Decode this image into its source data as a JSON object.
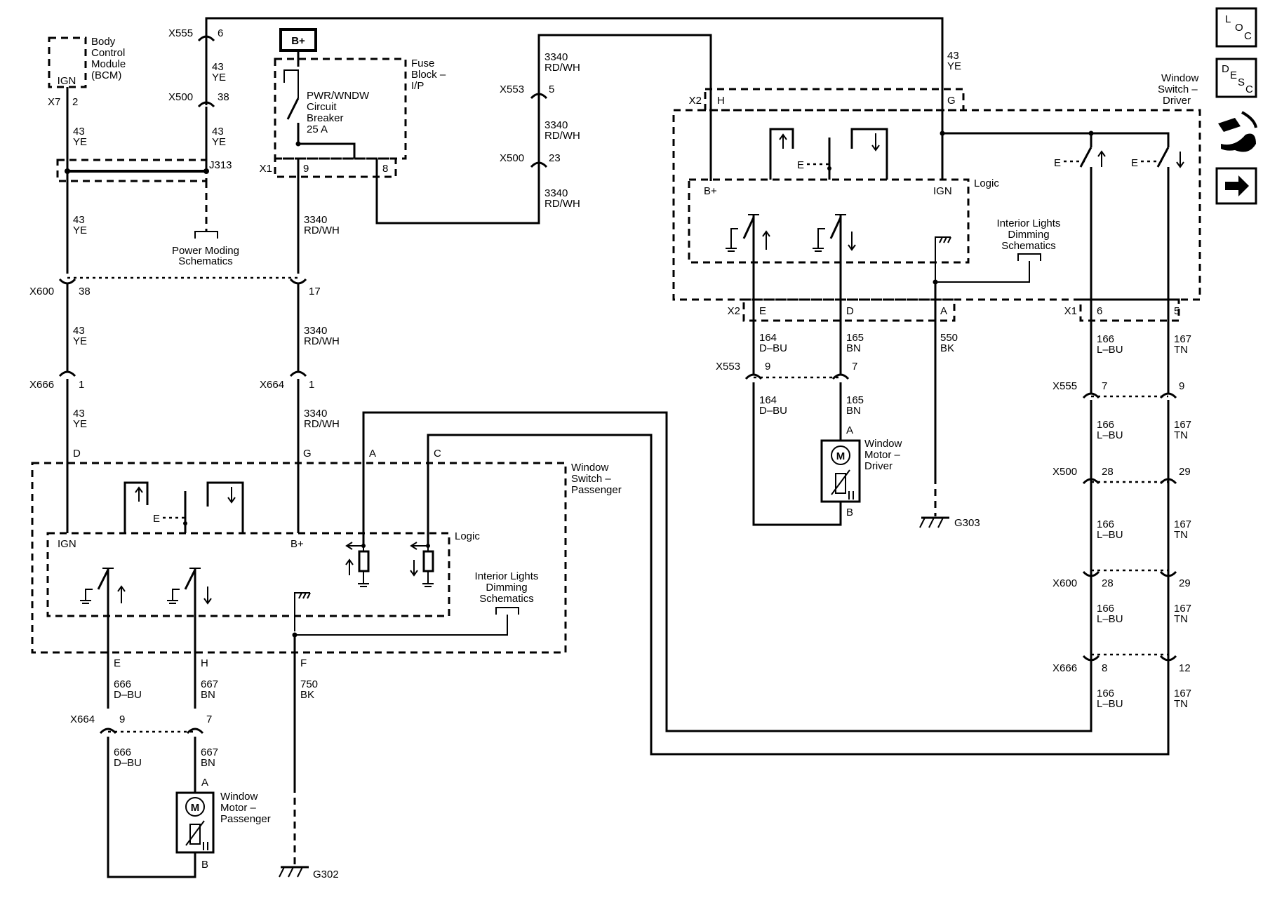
{
  "conn": {
    "x555_top": "X555",
    "x555_top_pin": "6",
    "x500_top": "X500",
    "x500_top_pin": "38",
    "x7": "X7",
    "x7_pin": "2",
    "j313": "J313",
    "x600_a": "X600",
    "x600_a_pin": "38",
    "x600_b_pin": "17",
    "x666_a": "X666",
    "x666_a_pin": "1",
    "x664_a": "X664",
    "x664_a_pin": "1",
    "x1_fuse": "X1",
    "x1_fuse_pin9": "9",
    "x1_fuse_pin8": "8",
    "x553_top": "X553",
    "x553_top_pin": "5",
    "x500_mid": "X500",
    "x500_mid_pin": "23",
    "x2_top": "X2",
    "x2_top_h": "H",
    "x2_top_g": "G",
    "x2_bot": "X2",
    "x2_bot_e": "E",
    "x2_bot_d": "D",
    "x2_bot_a": "A",
    "x1_drv": "X1",
    "x1_drv_6": "6",
    "x1_drv_5": "5",
    "x553_drv": "X553",
    "x553_drv_9": "9",
    "x553_drv_7": "7",
    "x555_drv": "X555",
    "x555_drv_7": "7",
    "x555_drv_9": "9",
    "x500_drv": "X500",
    "x500_drv_28": "28",
    "x500_drv_29": "29",
    "x600_drv": "X600",
    "x600_drv_28": "28",
    "x600_drv_29": "29",
    "x666_drv": "X666",
    "x666_drv_8": "8",
    "x666_drv_12": "12",
    "x664_pass": "X664",
    "x664_pass_9": "9",
    "x664_pass_7": "7",
    "pass_d": "D",
    "pass_g": "G",
    "pass_a": "A",
    "pass_c": "C",
    "pass_e": "E",
    "pass_h": "H",
    "pass_f": "F",
    "mot_a": "A",
    "mot_b": "B",
    "motd_a": "A",
    "motd_b": "B"
  },
  "wires": {
    "w43ye_1": "43",
    "w43ye_1c": "YE",
    "w43ye_2": "43",
    "w43ye_2c": "YE",
    "w43ye_3": "43",
    "w43ye_3c": "YE",
    "w43ye_4": "43",
    "w43ye_4c": "YE",
    "w43ye_5": "43",
    "w43ye_5c": "YE",
    "w43ye_6": "43",
    "w43ye_6c": "YE",
    "w43ye_7": "43",
    "w43ye_7c": "YE",
    "w3340_1": "3340",
    "w3340_1c": "RD/WH",
    "w3340_2": "3340",
    "w3340_2c": "RD/WH",
    "w3340_3": "3340",
    "w3340_3c": "RD/WH",
    "w3340_4": "3340",
    "w3340_4c": "RD/WH",
    "w3340_5": "3340",
    "w3340_5c": "RD/WH",
    "w3340_6": "3340",
    "w3340_6c": "RD/WH",
    "w164_1": "164",
    "w164_1c": "D–BU",
    "w164_2": "164",
    "w164_2c": "D–BU",
    "w165_1": "165",
    "w165_1c": "BN",
    "w165_2": "165",
    "w165_2c": "BN",
    "w550": "550",
    "w550c": "BK",
    "w166_1": "166",
    "w166_1c": "L–BU",
    "w166_2": "166",
    "w166_2c": "L–BU",
    "w166_3": "166",
    "w166_3c": "L–BU",
    "w166_4": "166",
    "w166_4c": "L–BU",
    "w166_5": "166",
    "w166_5c": "L–BU",
    "w167_1": "167",
    "w167_1c": "TN",
    "w167_2": "167",
    "w167_2c": "TN",
    "w167_3": "167",
    "w167_3c": "TN",
    "w167_4": "167",
    "w167_4c": "TN",
    "w167_5": "167",
    "w167_5c": "TN",
    "w666_1": "666",
    "w666_1c": "D–BU",
    "w666_2": "666",
    "w666_2c": "D–BU",
    "w667_1": "667",
    "w667_1c": "BN",
    "w667_2": "667",
    "w667_2c": "BN",
    "w750": "750",
    "w750c": "BK"
  },
  "labels": {
    "bcm": [
      "Body",
      "Control",
      "Module",
      "(BCM)"
    ],
    "ign_bcm": "IGN",
    "bplus": "B+",
    "fuse_block": [
      "Fuse",
      "Block –",
      "I/P"
    ],
    "breaker": [
      "PWR/WNDW",
      "Circuit",
      "Breaker",
      "25 A"
    ],
    "power_moding": [
      "Power Moding",
      "Schematics"
    ],
    "ws_driver": [
      "Window",
      "Switch –",
      "Driver"
    ],
    "ws_pass": [
      "Window",
      "Switch –",
      "Passenger"
    ],
    "logic_drv": "Logic",
    "logic_pass": "Logic",
    "bplus_drv": "B+",
    "ign_drv": "IGN",
    "ign_pass": "IGN",
    "bplus_pass": "B+",
    "ild_drv": [
      "Interior Lights",
      "Dimming",
      "Schematics"
    ],
    "ild_pass": [
      "Interior Lights",
      "Dimming",
      "Schematics"
    ],
    "motor_drv": [
      "Window",
      "Motor –",
      "Driver"
    ],
    "motor_pass": [
      "Window",
      "Motor –",
      "Passenger"
    ],
    "motor_m": "M",
    "motor_m2": "M",
    "g303": "G303",
    "g302": "G302",
    "e_sym": "E"
  },
  "nav": {
    "loc": [
      "L",
      "O",
      "C"
    ],
    "desc": [
      "D",
      "E",
      "S",
      "C"
    ]
  }
}
